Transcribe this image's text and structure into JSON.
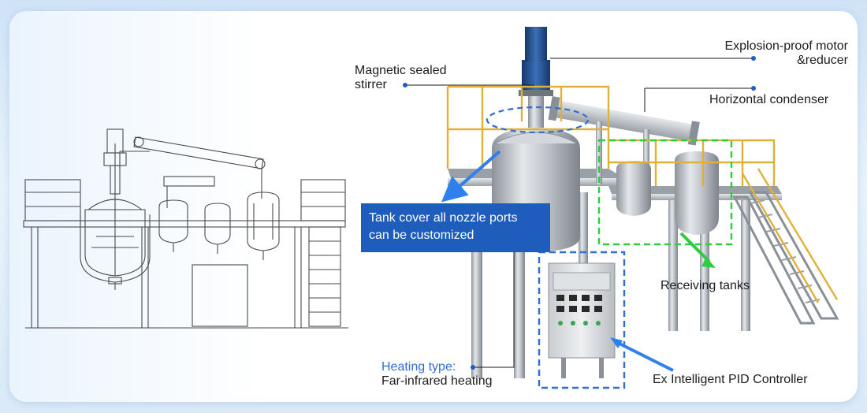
{
  "labels": {
    "motor_line1": "Explosion-proof motor",
    "motor_line2": "&reducer",
    "stirrer_line1": "Magnetic sealed",
    "stirrer_line2": "stirrer",
    "condenser": "Horizontal condenser",
    "nozzle_line1": "Tank cover all nozzle ports",
    "nozzle_line2": "can be customized",
    "receiving": "Receiving tanks",
    "heating_title": "Heating type:",
    "heating_value": "Far-infrared heating",
    "controller": "Ex Intelligent PID Controller"
  },
  "colors": {
    "accent_blue": "#1e5dbb",
    "dash_blue": "#2f6fd1",
    "dash_green": "#2ecc40",
    "arrow_blue": "#2f80ed",
    "arrow_green": "#2ecc40",
    "rail_yellow": "#e0b13a",
    "motor_blue": "#1f4f8f",
    "steel": "#b8bcc2"
  }
}
